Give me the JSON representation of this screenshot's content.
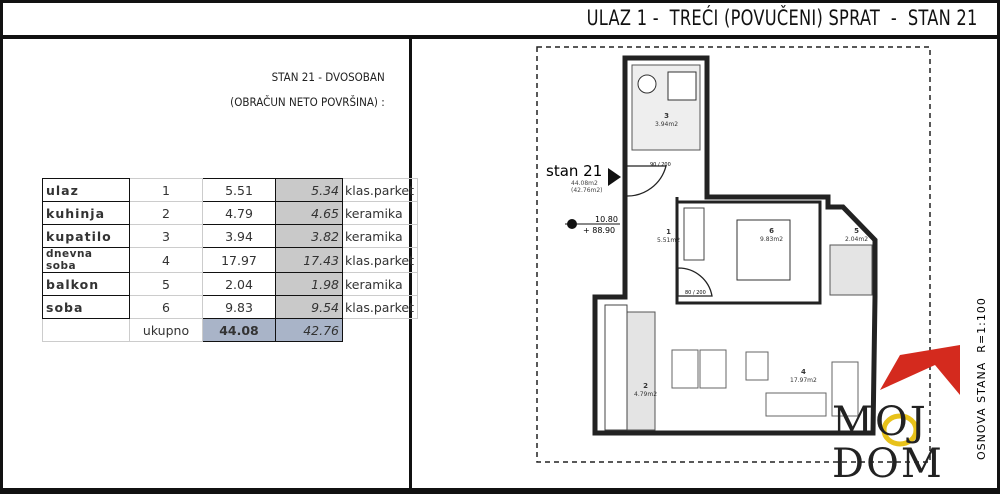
{
  "header": {
    "title": "ULAZ 1 -  TREĆI (POVUČENI) SPRAT  -  STAN 21"
  },
  "summary": {
    "line1": "STAN 21 - DVOSOBAN",
    "line2": "(OBRAČUN NETO POVRŠINA) :"
  },
  "table": {
    "rows": [
      {
        "name": "ulaz",
        "num": "1",
        "gross": "5.51",
        "net": "5.34",
        "material": "klas.parket"
      },
      {
        "name": "kuhinja",
        "num": "2",
        "gross": "4.79",
        "net": "4.65",
        "material": "keramika"
      },
      {
        "name": "kupatilo",
        "num": "3",
        "gross": "3.94",
        "net": "3.82",
        "material": "keramika"
      },
      {
        "name": "dnevna soba",
        "num": "4",
        "gross": "17.97",
        "net": "17.43",
        "material": "klas.parket"
      },
      {
        "name": "balkon",
        "num": "5",
        "gross": "2.04",
        "net": "1.98",
        "material": "keramika"
      },
      {
        "name": "soba",
        "num": "6",
        "gross": "9.83",
        "net": "9.54",
        "material": "klas.parket"
      }
    ],
    "total_label": "ukupno",
    "total_gross": "44.08",
    "total_net": "42.76"
  },
  "plan": {
    "unit_label": "stan 21",
    "unit_area": "44.08m2",
    "unit_net_area": "(42.76m2)",
    "elevation_top": "10.80",
    "elevation_bottom": "+ 88.90",
    "door_1": "90 / 200",
    "door_2": "80 / 200",
    "rooms": [
      {
        "num": "1",
        "area": "5.51m2"
      },
      {
        "num": "2",
        "area": "4.79m2"
      },
      {
        "num": "3",
        "area": "3.94m2"
      },
      {
        "num": "4",
        "area": "17.97m2"
      },
      {
        "num": "5",
        "area": "2.04m2"
      },
      {
        "num": "6",
        "area": "9.83m2"
      }
    ],
    "scale_label": "OSNOVA STANA  R=1:100"
  },
  "logo": {
    "text_top": "MOJ",
    "text_bottom": "DOM",
    "roof_color": "#d42a1e",
    "o_color": "#e8c21a"
  }
}
